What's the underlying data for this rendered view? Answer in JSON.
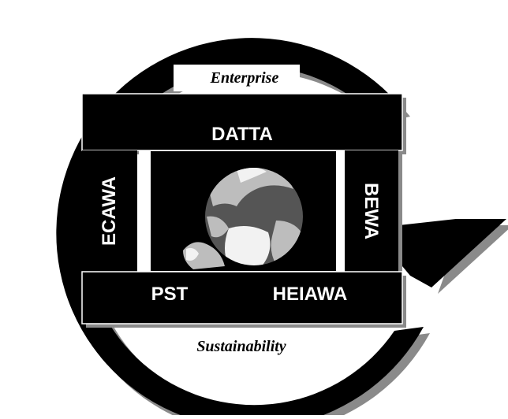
{
  "diagram": {
    "top_caption": "Enterprise",
    "bottom_caption": "Sustainability",
    "top_block": "DATTA",
    "left_block": "ECAWA",
    "right_block": "BEWA",
    "bottom_left_block": "PST",
    "bottom_right_block": "HEIAWA",
    "colors": {
      "ring": "#000000",
      "shadow": "#8a8a8a",
      "block": "#000000",
      "block_text": "#ffffff",
      "caption_text": "#000000",
      "globe_dark": "#555555",
      "globe_light": "#bdbdbd",
      "globe_white": "#f2f2f2"
    }
  }
}
